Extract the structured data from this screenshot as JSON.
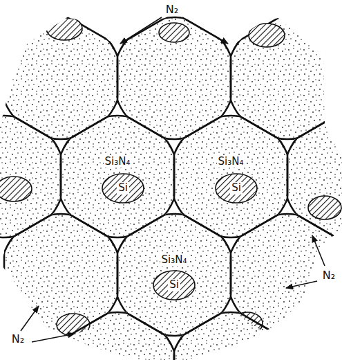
{
  "diagram": {
    "nodes": [
      {
        "text": [
          "Si₃N₄"
        ]
      },
      {
        "text": [
          "Si"
        ],
        "in": 0
      },
      {
        "text": [
          "Si₃N₄"
        ]
      },
      {
        "text": [
          "Si"
        ],
        "in": 2
      },
      {
        "text": [
          "Si₃N₄"
        ]
      },
      {
        "text": [
          "Si"
        ],
        "in": 4
      }
    ],
    "labels": [
      "N₂",
      "N₂",
      "N₂"
    ]
  }
}
